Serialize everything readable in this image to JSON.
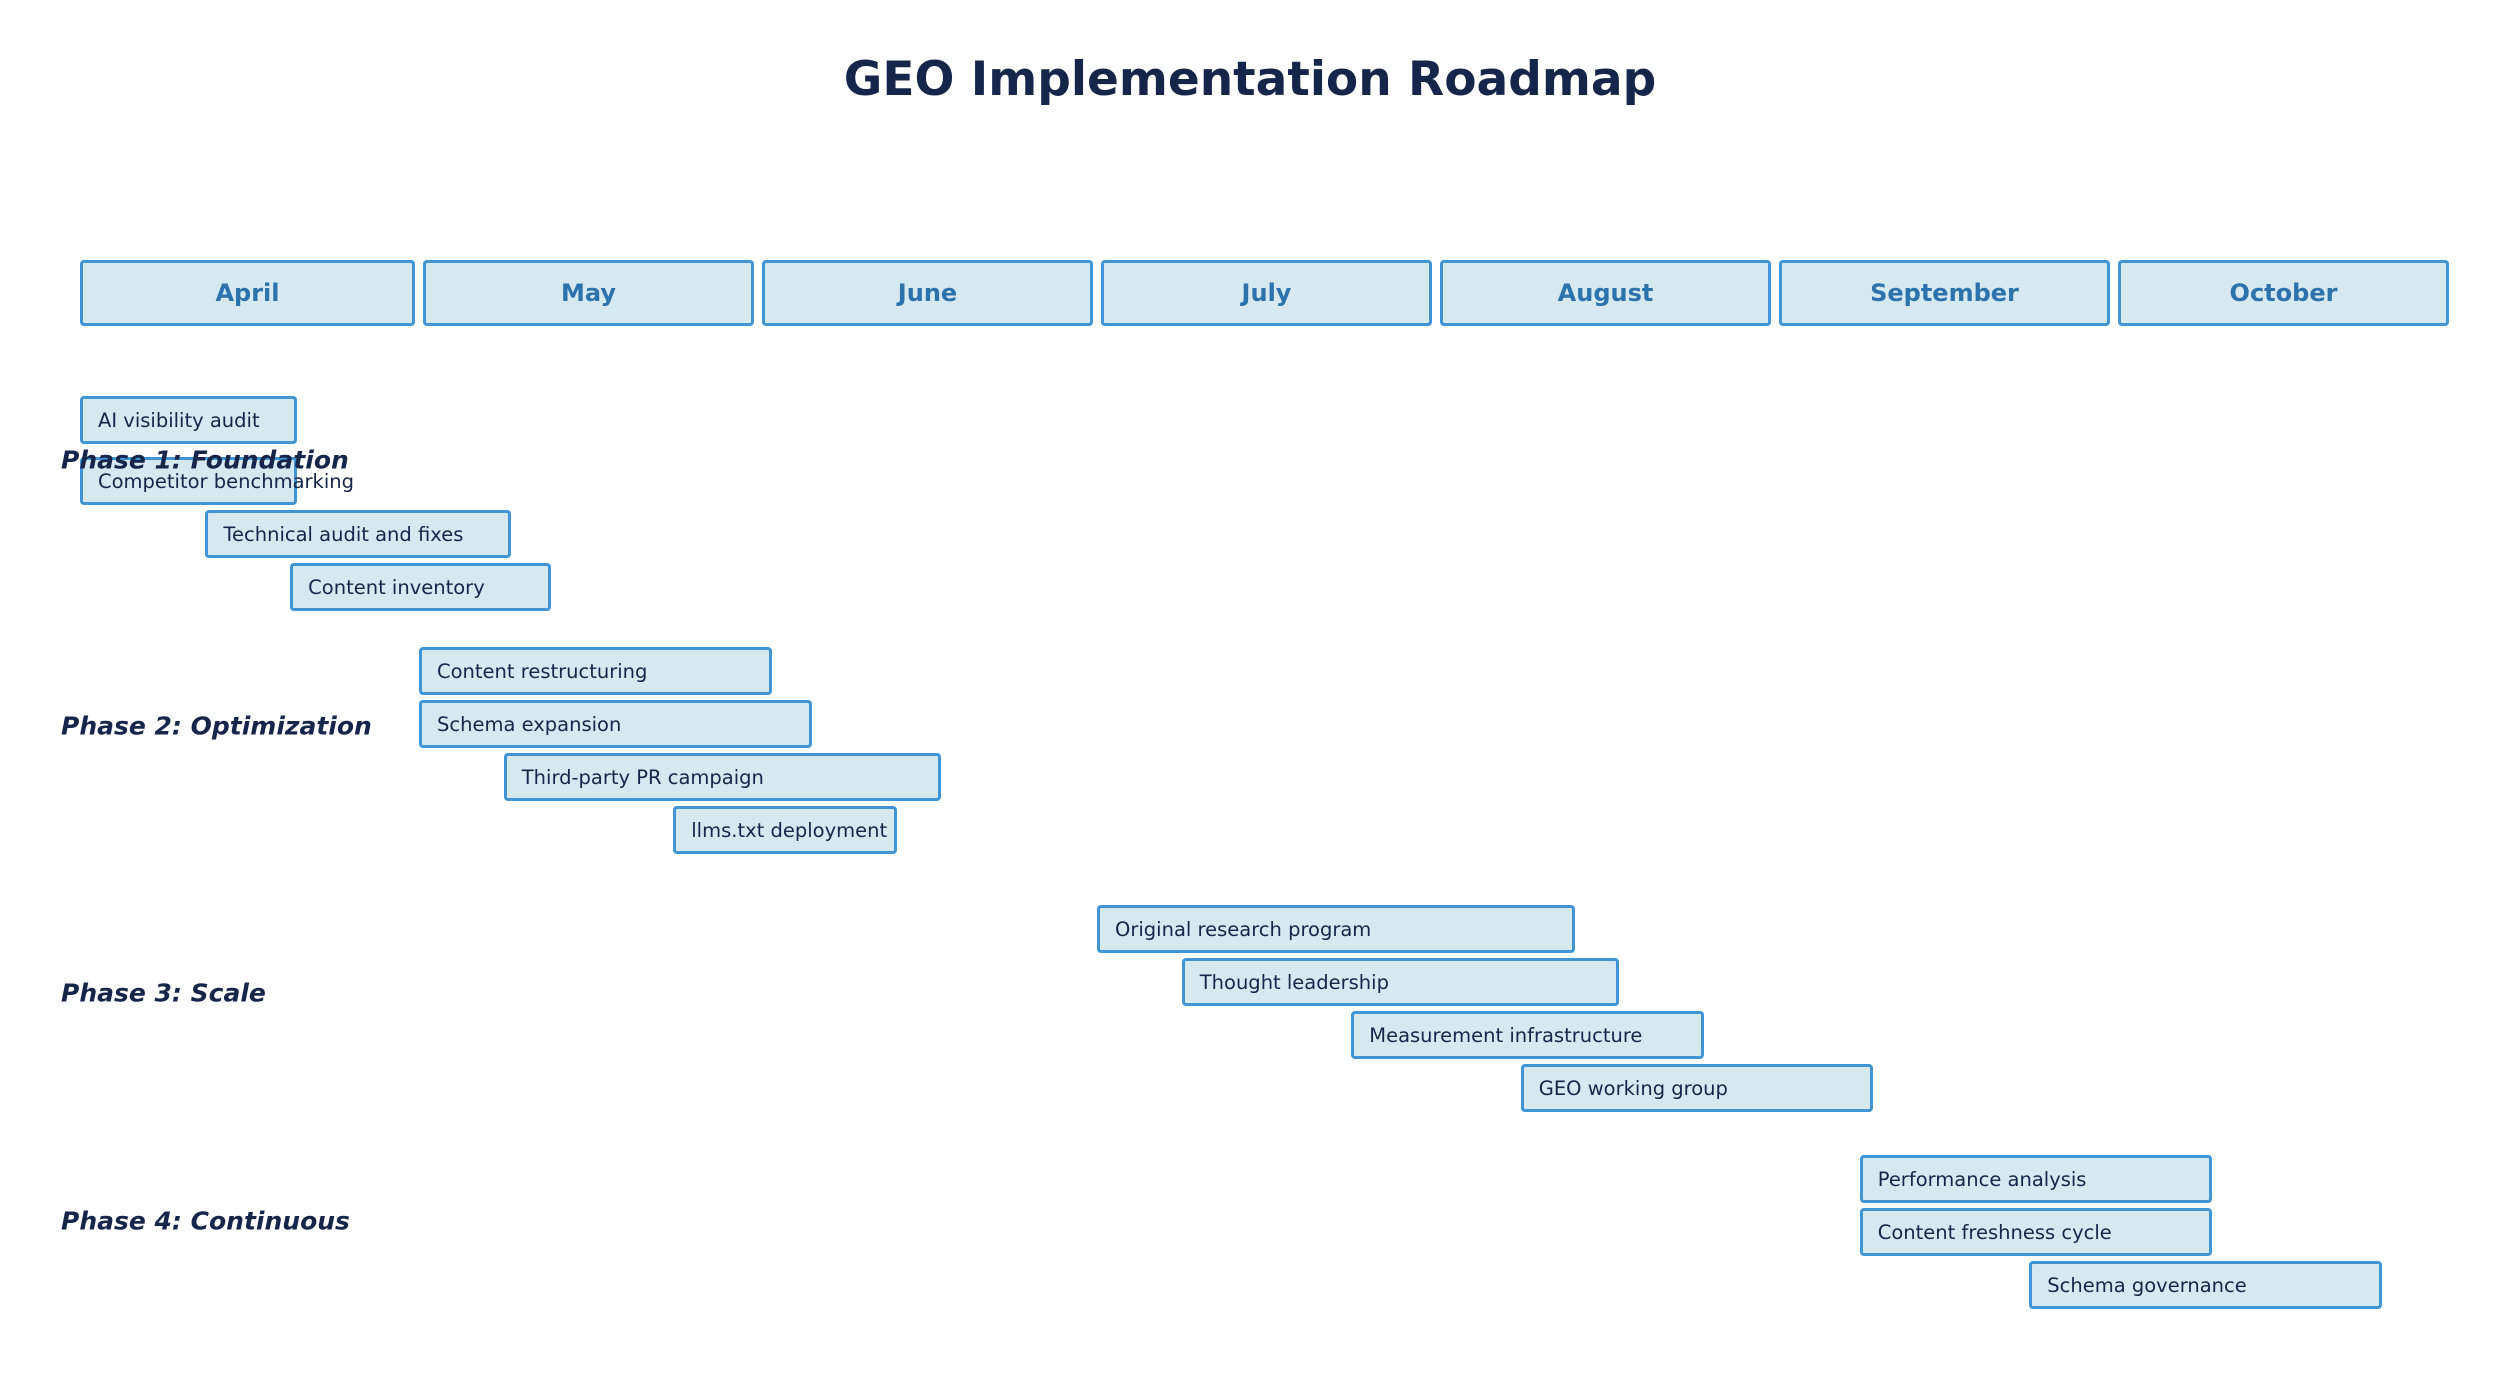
{
  "title": "GEO Implementation Roadmap",
  "months": [
    "April",
    "May",
    "June",
    "July",
    "August",
    "September",
    "October"
  ],
  "phases": [
    {
      "label": "Phase 1: Foundation",
      "tasks": [
        {
          "label": "AI visibility audit",
          "start_month": 0.0,
          "end_month": 0.64
        },
        {
          "label": "Competitor benchmarking",
          "start_month": 0.0,
          "end_month": 0.64
        },
        {
          "label": "Technical audit and fixes",
          "start_month": 0.37,
          "end_month": 1.27
        },
        {
          "label": "Content inventory",
          "start_month": 0.62,
          "end_month": 1.39
        }
      ]
    },
    {
      "label": "Phase 2: Optimization",
      "tasks": [
        {
          "label": "Content restructuring",
          "start_month": 1.0,
          "end_month": 2.04
        },
        {
          "label": "Schema expansion",
          "start_month": 1.0,
          "end_month": 2.16
        },
        {
          "label": "Third-party PR campaign",
          "start_month": 1.25,
          "end_month": 2.54
        },
        {
          "label": "llms.txt deployment",
          "start_month": 1.75,
          "end_month": 2.41
        }
      ]
    },
    {
      "label": "Phase 3: Scale",
      "tasks": [
        {
          "label": "Original research program",
          "start_month": 3.0,
          "end_month": 4.41
        },
        {
          "label": "Thought leadership",
          "start_month": 3.25,
          "end_month": 4.54
        },
        {
          "label": "Measurement infrastructure",
          "start_month": 3.75,
          "end_month": 4.79
        },
        {
          "label": "GEO working group",
          "start_month": 4.25,
          "end_month": 5.29
        }
      ]
    },
    {
      "label": "Phase 4: Continuous",
      "tasks": [
        {
          "label": "Performance analysis",
          "start_month": 5.25,
          "end_month": 6.29
        },
        {
          "label": "Content freshness cycle",
          "start_month": 5.25,
          "end_month": 6.29
        },
        {
          "label": "Schema governance",
          "start_month": 5.75,
          "end_month": 6.79
        }
      ]
    }
  ]
}
